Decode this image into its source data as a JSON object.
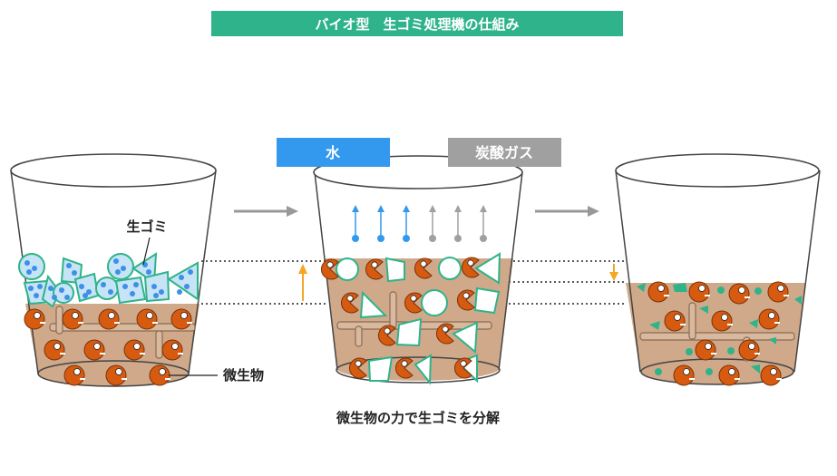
{
  "title": "バイオ型　生ゴミ処理機の仕組み",
  "labels": {
    "garbage": "生ゴミ",
    "microbes": "微生物",
    "water": "水",
    "co2": "炭酸ガス",
    "caption": "微生物の力で生ゴミを分解"
  },
  "colors": {
    "title_bg": "#2fb38a",
    "water": "#3399ee",
    "co2": "#a0a0a0",
    "soil": "#cfa98a",
    "microbe": "#d65a10",
    "garbage_fill": "#c6e4f5",
    "garbage_stroke": "#2fb38a",
    "garbage_dots": "#3d8fe8",
    "arrow_orange": "#f5a623",
    "residue": "#2fb38a"
  }
}
